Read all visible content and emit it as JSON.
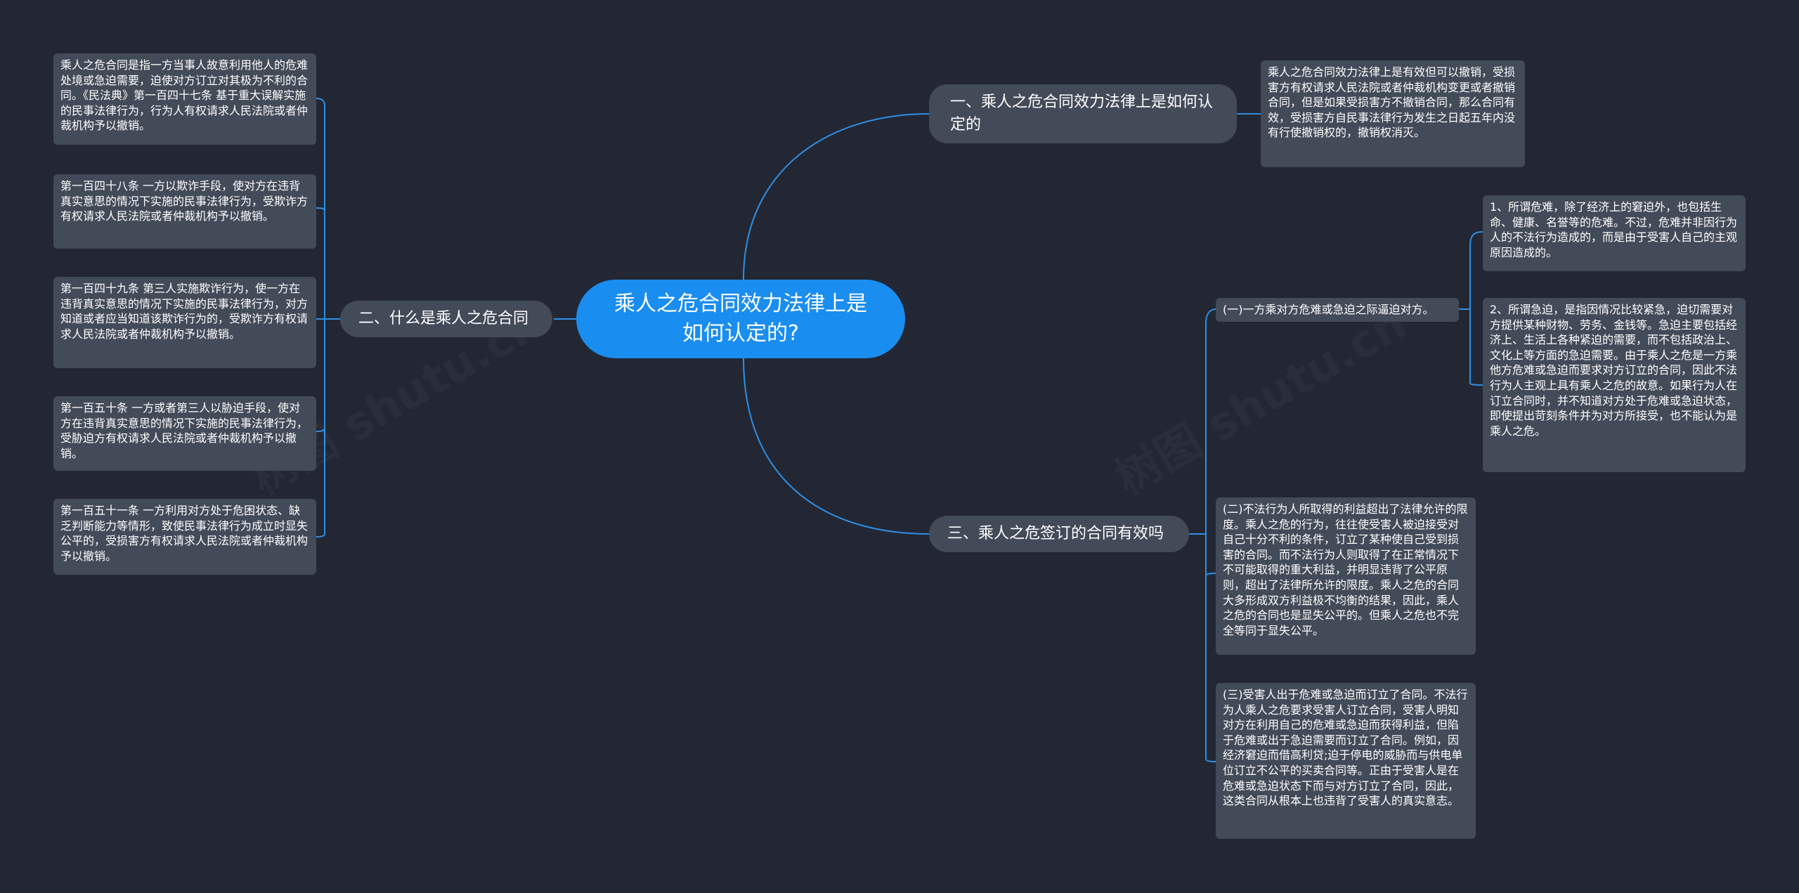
{
  "root": {
    "label": "乘人之危合同效力法律上是如何认定的?"
  },
  "branches": {
    "b1": {
      "label": "一、乘人之危合同效力法律上是如何认定的"
    },
    "b2": {
      "label": "二、什么是乘人之危合同"
    },
    "b3": {
      "label": "三、乘人之危签订的合同有效吗"
    }
  },
  "b1_leaves": [
    "乘人之危合同效力法律上是有效但可以撤销，受损害方有权请求人民法院或者仲裁机构变更或者撤销合同，但是如果受损害方不撤销合同，那么合同有效，受损害方自民事法律行为发生之日起五年内没有行使撤销权的，撤销权消灭。"
  ],
  "b2_leaves": [
    "乘人之危合同是指一方当事人故意利用他人的危难处境或急迫需要，迫使对方订立对其极为不利的合同。《民法典》第一百四十七条 基于重大误解实施的民事法律行为，行为人有权请求人民法院或者仲裁机构予以撤销。",
    "第一百四十八条 一方以欺诈手段，使对方在违背真实意思的情况下实施的民事法律行为，受欺诈方有权请求人民法院或者仲裁机构予以撤销。",
    "第一百四十九条 第三人实施欺诈行为，使一方在违背真实意思的情况下实施的民事法律行为，对方知道或者应当知道该欺诈行为的，受欺诈方有权请求人民法院或者仲裁机构予以撤销。",
    "第一百五十条 一方或者第三人以胁迫手段，使对方在违背真实意思的情况下实施的民事法律行为，受胁迫方有权请求人民法院或者仲裁机构予以撤销。",
    "第一百五十一条 一方利用对方处于危困状态、缺乏判断能力等情形，致使民事法律行为成立时显失公平的，受损害方有权请求人民法院或者仲裁机构予以撤销。"
  ],
  "b3_sub1": {
    "label": "(一)一方乘对方危难或急迫之际逼迫对方。",
    "children": [
      "1、所谓危难，除了经济上的窘迫外，也包括生命、健康、名誉等的危难。不过，危难并非因行为人的不法行为造成的，而是由于受害人自己的主观原因造成的。",
      "2、所谓急迫，是指因情况比较紧急，迫切需要对方提供某种财物、劳务、金钱等。急迫主要包括经济上、生活上各种紧迫的需要，而不包括政治上、文化上等方面的急迫需要。由于乘人之危是一方乘他方危难或急迫而要求对方订立的合同，因此不法行为人主观上具有乘人之危的故意。如果行为人在订立合同时，并不知道对方处于危难或急迫状态，即使提出苛刻条件并为对方所接受，也不能认为是乘人之危。"
    ]
  },
  "b3_leaves": [
    "(二)不法行为人所取得的利益超出了法律允许的限度。乘人之危的行为，往往使受害人被迫接受对自己十分不利的条件，订立了某种使自己受到损害的合同。而不法行为人则取得了在正常情况下不可能取得的重大利益，并明显违背了公平原则，超出了法律所允许的限度。乘人之危的合同大多形成双方利益极不均衡的结果，因此，乘人之危的合同也是显失公平的。但乘人之危也不完全等同于显失公平。",
    "(三)受害人出于危难或急迫而订立了合同。不法行为人乘人之危要求受害人订立合同，受害人明知对方在利用自己的危难或急迫而获得利益，但陷于危难或出于急迫需要而订立了合同。例如，因经济窘迫而借高利贷;迫于停电的威胁而与供电单位订立不公平的买卖合同等。正由于受害人是在危难或急迫状态下而与对方订立了合同，因此，这类合同从根本上也违背了受害人的真实意志。"
  ],
  "colors": {
    "background": "#232733",
    "root": "#1a8df0",
    "node": "#434a58",
    "link": "#2e8fe6"
  }
}
